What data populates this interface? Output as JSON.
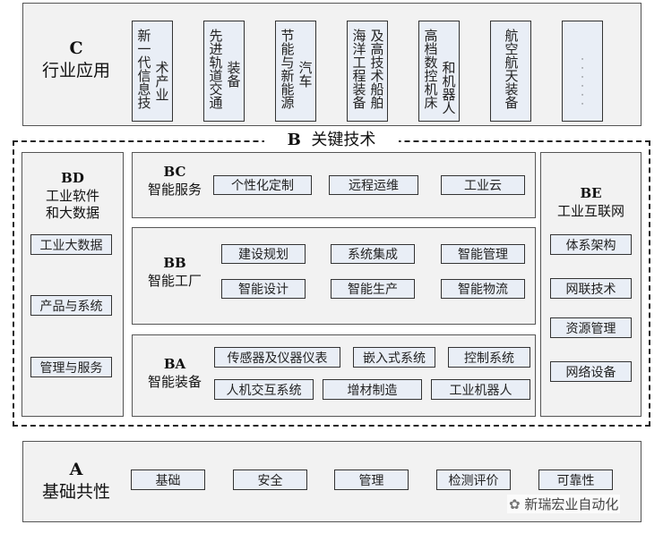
{
  "C": {
    "code": "C",
    "title": "行业应用",
    "items": [
      {
        "cols": [
          "新一代信息技",
          "术产业"
        ]
      },
      {
        "cols": [
          "先进轨道交通",
          "装备"
        ]
      },
      {
        "cols": [
          "节能与新能源",
          "汽车"
        ]
      },
      {
        "cols": [
          "海洋工程装备",
          "及高技术船舶"
        ]
      },
      {
        "cols": [
          "高档数控机床",
          "和机器人"
        ]
      },
      {
        "cols": [
          "航空航天装备"
        ]
      },
      {
        "cols": [
          "······"
        ]
      }
    ]
  },
  "B": {
    "code": "B",
    "title": "关键技术"
  },
  "BD": {
    "code": "BD",
    "title1": "工业软件",
    "title2": "和大数据",
    "items": [
      "工业大数据",
      "产品与系统",
      "管理与服务"
    ]
  },
  "BC": {
    "code": "BC",
    "title": "智能服务",
    "items": [
      "个性化定制",
      "远程运维",
      "工业云"
    ]
  },
  "BB": {
    "code": "BB",
    "title": "智能工厂",
    "items": [
      "建设规划",
      "系统集成",
      "智能管理",
      "智能设计",
      "智能生产",
      "智能物流"
    ]
  },
  "BA": {
    "code": "BA",
    "title": "智能装备",
    "items": [
      "传感器及仪器仪表",
      "嵌入式系统",
      "控制系统",
      "人机交互系统",
      "增材制造",
      "工业机器人"
    ]
  },
  "BE": {
    "code": "BE",
    "title": "工业互联网",
    "items": [
      "体系架构",
      "网联技术",
      "资源管理",
      "网络设备"
    ]
  },
  "A": {
    "code": "A",
    "title": "基础共性",
    "items": [
      "基础",
      "安全",
      "管理",
      "检测评价",
      "可靠性"
    ]
  },
  "watermark": "新瑞宏业自动化"
}
